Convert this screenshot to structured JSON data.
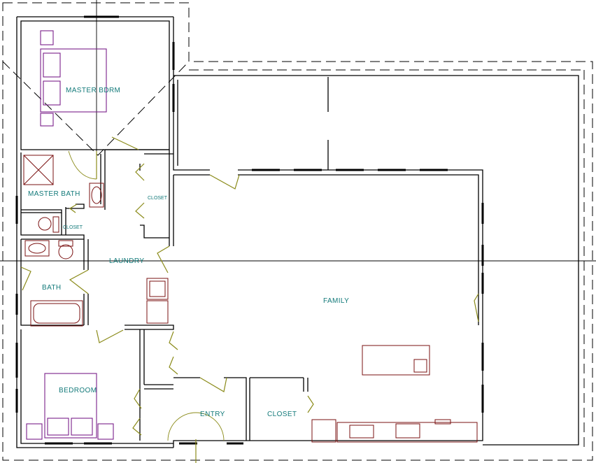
{
  "rooms": {
    "master_bdrm": "MASTER BDRM",
    "master_bath": "MASTER BATH",
    "closet_master_bath": "CLOSET",
    "closet_hall": "CLOSET",
    "laundry": "LAUNDRY",
    "bath": "BATH",
    "family": "FAMILY",
    "bedroom": "BEDROOM",
    "entry": "ENTRY",
    "closet_entry": "CLOSET"
  },
  "colors": {
    "walls": "#000000",
    "labels": "#137a7a",
    "doors": "#8b8b1a",
    "fixtures": "#7a1010",
    "furniture": "#7a1f8a"
  }
}
